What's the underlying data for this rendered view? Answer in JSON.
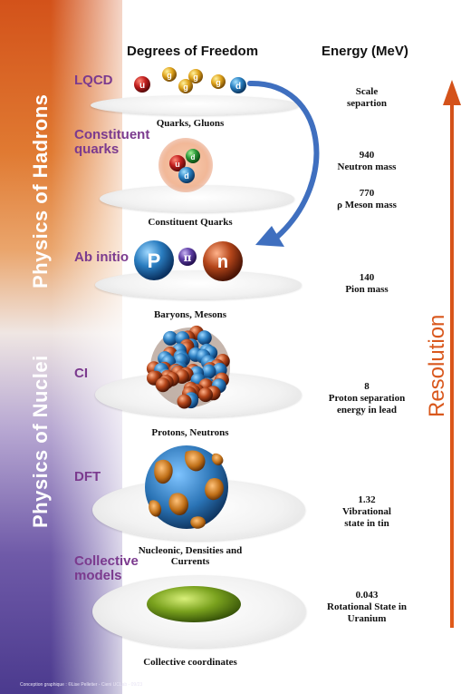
{
  "headers": {
    "dof": "Degrees of Freedom",
    "energy": "Energy (MeV)"
  },
  "side_labels": {
    "hadrons": "Physics of Hadrons",
    "nuclei": "Physics of Nuclei"
  },
  "resolution_label": "Resolution",
  "levels": [
    {
      "label": "LQCD",
      "caption": "Quarks, Gluons"
    },
    {
      "label": "Constituent quarks",
      "caption": "Constituent Quarks"
    },
    {
      "label": "Ab initio",
      "caption": "Baryons, Mesons"
    },
    {
      "label": "CI",
      "caption": "Protons, Neutrons"
    },
    {
      "label": "DFT",
      "caption": "Nucleonic, Densities and Currents"
    },
    {
      "label": "Collective models",
      "caption": "Collective coordinates"
    }
  ],
  "energies": [
    {
      "value": "",
      "text": "Scale separtion"
    },
    {
      "value": "940",
      "text": "Neutron mass"
    },
    {
      "value": "770",
      "text": "ρ Meson mass"
    },
    {
      "value": "140",
      "text": "Pion mass"
    },
    {
      "value": "8",
      "text": "Proton separation energy in lead"
    },
    {
      "value": "1.32",
      "text": "Vibrational state in tin"
    },
    {
      "value": "0.043",
      "text": "Rotational State in Uranium"
    }
  ],
  "particles": {
    "quark_u": "u",
    "quark_d": "d",
    "gluon": "g",
    "proton": "p",
    "neutron": "n",
    "pion": "π"
  },
  "credit": "Conception graphique : ©Lise Pelletier - Cieni UCLab - 09/23",
  "colors": {
    "accent_arrow": "#d9581d",
    "curved_arrow": "#3f6fbf",
    "level_text": "#7b3a8e",
    "proton": "#2a7dc0",
    "neutron": "#b5461a"
  },
  "icons": [
    "curved-arrow-icon",
    "resolution-arrow-icon"
  ]
}
